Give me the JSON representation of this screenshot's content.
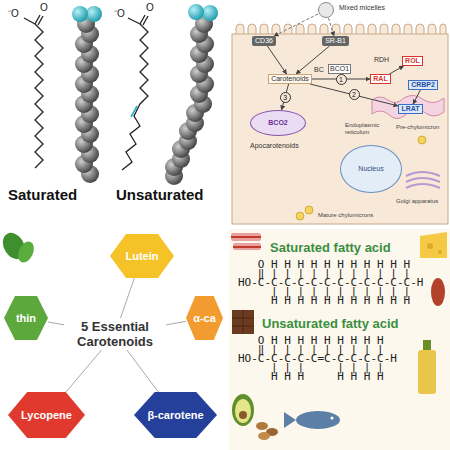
{
  "diagram": {
    "nodes": [
      {
        "text": [
          "Mixed micelles"
        ]
      },
      {
        "text": [
          "CD36"
        ]
      },
      {
        "text": [
          "SR-B1"
        ]
      },
      {
        "text": [
          "Carotenoids"
        ]
      },
      {
        "text": [
          "RAL"
        ]
      },
      {
        "text": [
          "ROL"
        ]
      },
      {
        "text": [
          "CRBP2"
        ]
      },
      {
        "text": [
          "LRAT"
        ]
      },
      {
        "text": [
          "BCO2"
        ]
      },
      {
        "text": [
          "Nucleus"
        ]
      },
      {
        "text": [
          "Lutein"
        ]
      },
      {
        "text": [
          "thin"
        ]
      },
      {
        "text": [
          "5 Essential Carotenoids"
        ]
      },
      {
        "text": [
          "α-ca"
        ]
      },
      {
        "text": [
          "Lycopene"
        ]
      },
      {
        "text": [
          "β-carotene"
        ]
      }
    ],
    "edges": [
      {
        "from": 0,
        "to": 1,
        "arrow": "to"
      },
      {
        "from": 0,
        "to": 2,
        "arrow": "to"
      },
      {
        "from": 1,
        "to": 3,
        "arrow": "to"
      },
      {
        "from": 2,
        "to": 3,
        "arrow": "to"
      },
      {
        "from": 3,
        "to": 4,
        "arrow": "to",
        "label": "1"
      },
      {
        "from": 4,
        "to": 5,
        "arrow": "to"
      },
      {
        "from": 6,
        "to": 7,
        "arrow": "to"
      },
      {
        "from": 3,
        "to": 7,
        "arrow": "to",
        "label": "2"
      },
      {
        "from": 3,
        "to": 8,
        "arrow": "to",
        "label": "3"
      },
      {
        "from": 12,
        "to": 10,
        "arrow": "none"
      },
      {
        "from": 12,
        "to": 11,
        "arrow": "none"
      },
      {
        "from": 12,
        "to": 13,
        "arrow": "none"
      },
      {
        "from": 12,
        "to": 14,
        "arrow": "none"
      },
      {
        "from": 12,
        "to": 15,
        "arrow": "none"
      }
    ],
    "labels": [
      "⁻O",
      "O",
      "⁻O",
      "O",
      "Saturated",
      "Unsaturated",
      "BC",
      "BCO1",
      "RDH",
      "Endoplasmic reticulum",
      "Pre-chylomicron",
      "Apocarotenoids",
      "Golgi apparatus",
      "Mature chylomicrons",
      "Saturated fatty acid",
      "   O H H H H H H H H H H H",
      "   ‖ | | | | | | | | | | |",
      "HO-C-C-C-C-C-C-C-C-C-C-C-C-H",
      "     | | | | | | | | | | |",
      "     H H H H H H H H H H H",
      "Unsaturated fatty acid",
      "   O H H H H H H H H H",
      "   ‖ | | | | | | | | |",
      "HO-C-C-C-C-C=C-C-C-C-C-H",
      "     | | |     | | | |",
      "     H H H     H H H H"
    ]
  }
}
